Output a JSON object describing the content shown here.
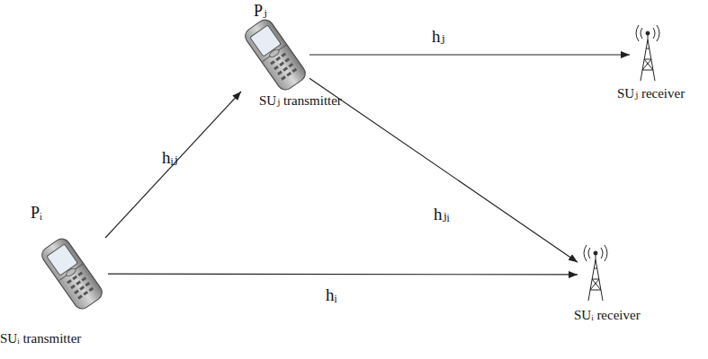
{
  "diagram": {
    "nodes": [
      {
        "text": [
          "Pᵢ",
          "SUᵢ transmitter"
        ]
      },
      {
        "text": [
          "Pⱼ",
          "SUⱼ transmitter"
        ]
      },
      {
        "text": [
          "SUⱼ receiver"
        ]
      },
      {
        "text": [
          "SUᵢ receiver"
        ]
      }
    ],
    "edges": [
      {
        "from": 0,
        "to": 1,
        "arrow": "to",
        "label": "hᵢⱼ"
      },
      {
        "from": 1,
        "to": 2,
        "arrow": "to",
        "label": "hⱼ"
      },
      {
        "from": 1,
        "to": 3,
        "arrow": "to",
        "label": "hⱼᵢ"
      },
      {
        "from": 0,
        "to": 3,
        "arrow": "to",
        "label": "hᵢ"
      }
    ]
  }
}
